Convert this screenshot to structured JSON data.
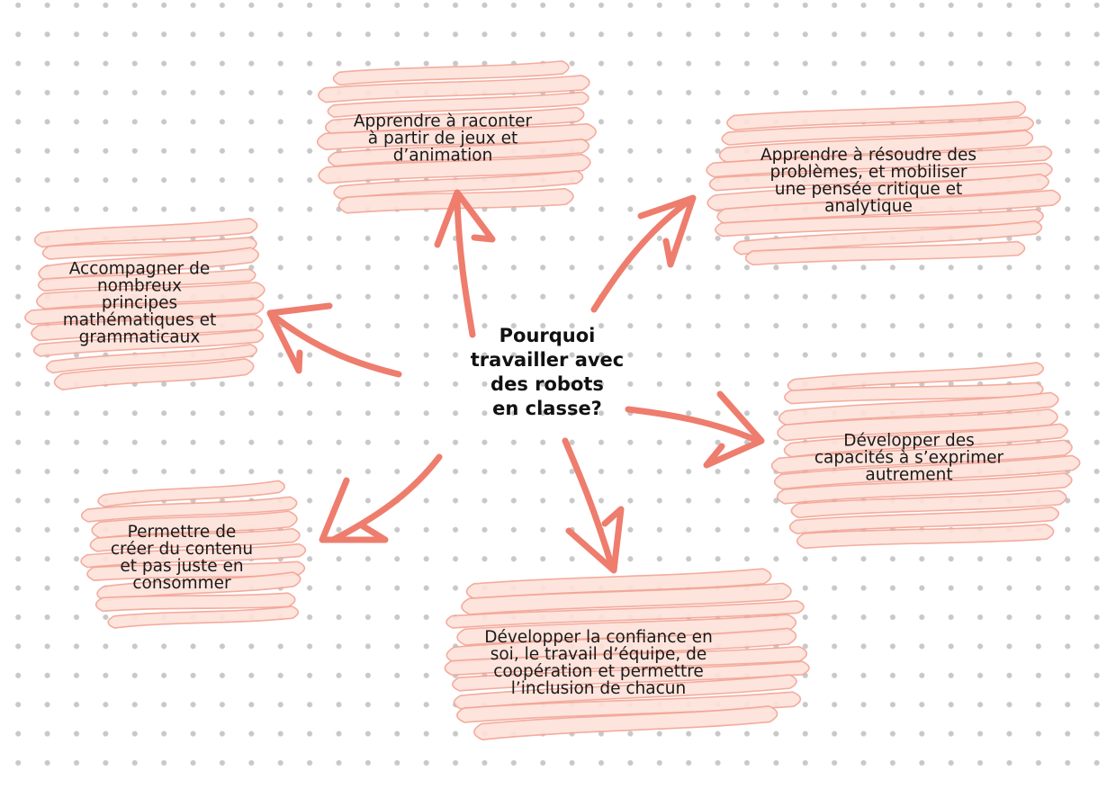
{
  "center": {
    "title": "Pourquoi\ntravailler avec\ndes robots\nen classe?"
  },
  "nodes": [
    {
      "id": "raconter",
      "text": "Apprendre à raconter\nà partir de jeux et\nd’animation"
    },
    {
      "id": "resoudre",
      "text": "Apprendre à résoudre des\nproblèmes, et mobiliser\nune pensée critique et\nanalytique"
    },
    {
      "id": "accompagner",
      "text": "Accompagner de\nnombreux\nprincipes\nmathématiques et\ngrammaticaux"
    },
    {
      "id": "exprimer",
      "text": "Développer des\ncapacités à s’exprimer\nautrement"
    },
    {
      "id": "creer",
      "text": "Permettre de\ncréer du contenu\net pas juste en\nconsommer"
    },
    {
      "id": "confiance",
      "text": "Développer la confiance en\nsoi, le travail d’équipe, de\ncoopération et permettre\nl’inclusion de chacun"
    }
  ],
  "colors": {
    "arrow": "#ee7d6d",
    "scribble_fill": "#fde2da",
    "scribble_stroke": "#f2a596",
    "dots": "#c8c8c8",
    "text": "#1a1a1a"
  }
}
